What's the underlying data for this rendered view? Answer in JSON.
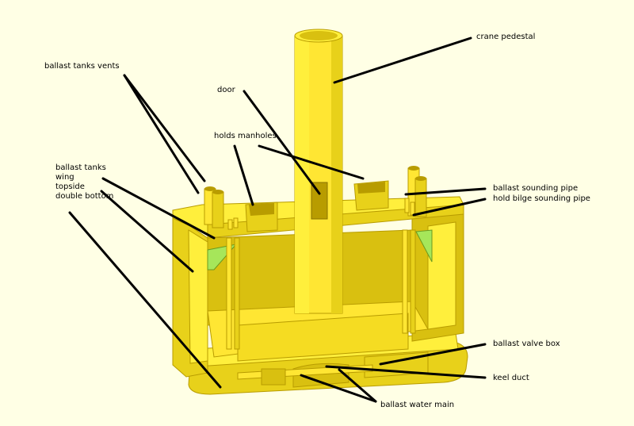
{
  "colors": {
    "background": "#ffffe5",
    "yellow_light": "#ffef3c",
    "yellow_mid": "#e8d11a",
    "yellow_dark": "#b89c00",
    "green": "#a6e65a",
    "leader": "#000000"
  },
  "labels": {
    "crane_pedestal": "crane pedestal",
    "ballast_tanks_vents": "ballast tanks vents",
    "door": "door",
    "holds_manholes": "holds manholes",
    "ballast_tanks_group": [
      "ballast tanks",
      "wing",
      "topside",
      "double bottom"
    ],
    "ballast_sounding_pipe": "ballast sounding pipe",
    "hold_bilge_sounding_pipe": "hold bilge sounding pipe",
    "ballast_valve_box": "ballast valve box",
    "keel_duct": "keel duct",
    "ballast_water_main": "ballast water main"
  }
}
